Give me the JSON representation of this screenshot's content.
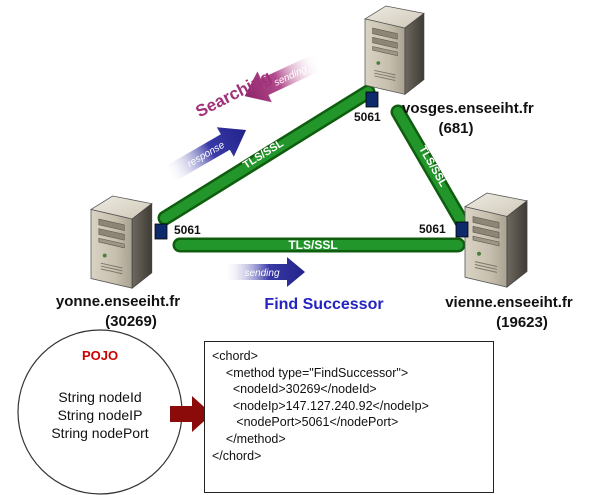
{
  "nodes": {
    "vosges": {
      "host": "vosges.enseeiht.fr",
      "id": "(681)"
    },
    "yonne": {
      "host": "yonne.enseeiht.fr",
      "id": "(30269)"
    },
    "vienne": {
      "host": "vienne.enseeiht.fr",
      "id": "(19623)"
    }
  },
  "ports": {
    "vosges": "5061",
    "yonne": "5061",
    "vienne": "5061"
  },
  "links": {
    "yonne_vosges": "TLS/SSL",
    "vosges_vienne": "TLS/SSL",
    "yonne_vienne": "TLS/SSL"
  },
  "arrows": {
    "sending_top": "sending",
    "response": "response",
    "sending_bottom": "sending"
  },
  "labels": {
    "searching": "Searching",
    "find_successor": "Find Successor"
  },
  "pojo": {
    "title": "POJO",
    "fields": [
      "String nodeId",
      "String nodeIP",
      "String nodePort"
    ]
  },
  "xml_lines": [
    "<chord>",
    "    <method type=\"FindSuccessor\">",
    "      <nodeId>30269</nodeId>",
    "      <nodeIp>147.127.240.92</nodeIp>",
    "       <nodePort>5061</nodePort>",
    "    </method>",
    "</chord>"
  ],
  "colors": {
    "link_green": "#1e8a1e",
    "link_dark": "#0f5e0f",
    "port_blue": "#0e2a6b",
    "arrow_blue": "#2c2c94",
    "searching_purple": "#a0327a",
    "pojo_red": "#cc0000",
    "find_blue": "#2424c0",
    "maroon_arrow": "#8b0a0a"
  }
}
